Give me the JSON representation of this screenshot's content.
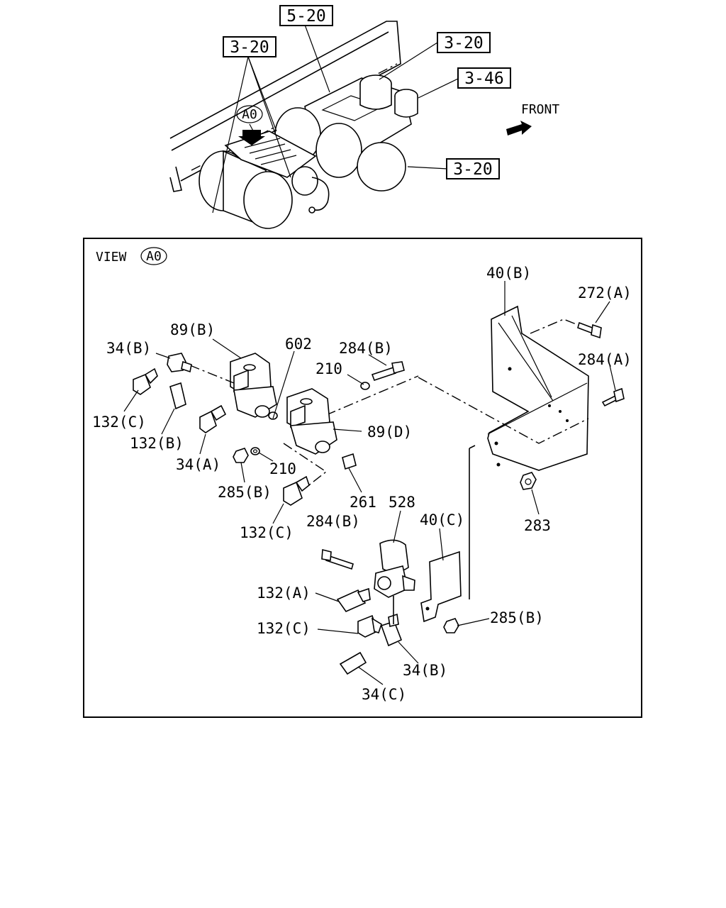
{
  "overview": {
    "refs": {
      "r_5_20": "5-20",
      "r_3_20_left": "3-20",
      "r_3_20_right_top": "3-20",
      "r_3_46": "3-46",
      "r_3_20_right_bottom": "3-20"
    },
    "view_marker": "A0",
    "front_label": "FRONT"
  },
  "detail": {
    "view_word": "VIEW",
    "view_marker": "A0",
    "callouts": {
      "c_40B": "40(B)",
      "c_272A": "272(A)",
      "c_284A": "284(A)",
      "c_89B": "89(B)",
      "c_34B_top": "34(B)",
      "c_602": "602",
      "c_284B_top": "284(B)",
      "c_210_top": "210",
      "c_132C_left": "132(C)",
      "c_132B": "132(B)",
      "c_34A": "34(A)",
      "c_89D": "89(D)",
      "c_210_bottom": "210",
      "c_285B_left": "285(B)",
      "c_261": "261",
      "c_528": "528",
      "c_132C_mid": "132(C)",
      "c_284B_mid": "284(B)",
      "c_40C": "40(C)",
      "c_283": "283",
      "c_132A": "132(A)",
      "c_285B_right": "285(B)",
      "c_132C_low": "132(C)",
      "c_34B_low": "34(B)",
      "c_34C": "34(C)"
    }
  }
}
